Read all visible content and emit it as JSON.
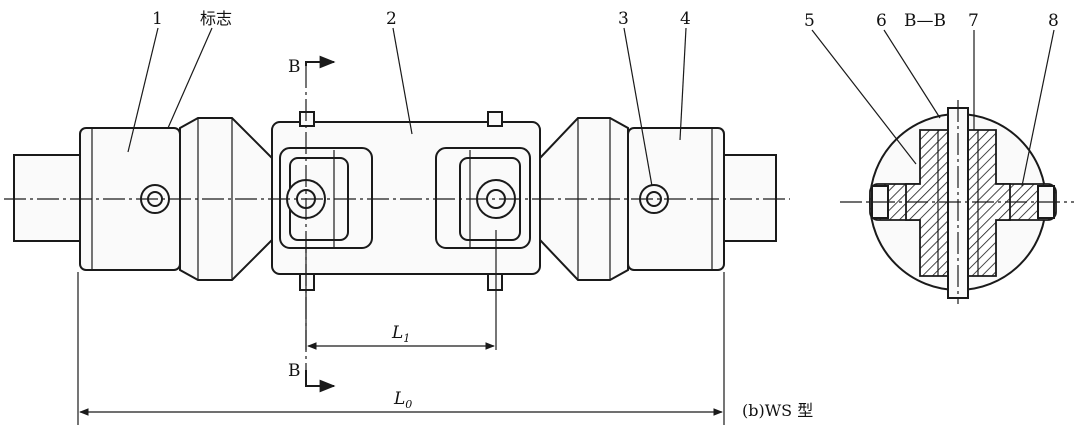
{
  "labels": {
    "part_1": "1",
    "part_2": "2",
    "part_3": "3",
    "part_4": "4",
    "part_5": "5",
    "part_6": "6",
    "part_7": "7",
    "part_8": "8",
    "mark": "标志"
  },
  "section": {
    "title": "B—B",
    "cut_letter_top": "B",
    "cut_letter_bottom": "B"
  },
  "dimensions": {
    "l1": "L",
    "l1_sub": "1",
    "l0": "L",
    "l0_sub": "0"
  },
  "caption": "(b)WS 型"
}
